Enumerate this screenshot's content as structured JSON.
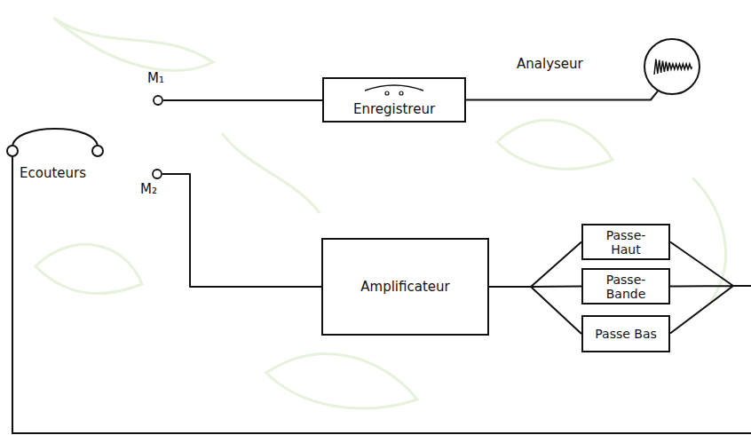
{
  "diagram": {
    "nodes": [
      {
        "text": [
          "Analyseur"
        ]
      },
      {
        "text": [
          "M₁"
        ]
      },
      {
        "text": [
          "Enregistreur"
        ]
      },
      {
        "text": [
          "Ecouteurs"
        ]
      },
      {
        "text": [
          "M₂"
        ]
      },
      {
        "text": [
          "Amplificateur"
        ]
      },
      {
        "text": [
          "Passe- Haut"
        ]
      },
      {
        "text": [
          "Passe- Bande"
        ]
      },
      {
        "text": [
          "Passe Bas"
        ]
      }
    ],
    "edges": [
      {
        "from": 1,
        "to": 2,
        "arrow": "none"
      },
      {
        "from": 2,
        "to": 0,
        "arrow": "none"
      },
      {
        "from": 4,
        "to": 5,
        "arrow": "none"
      },
      {
        "from": 5,
        "to": 6,
        "arrow": "none"
      },
      {
        "from": 5,
        "to": 7,
        "arrow": "none"
      },
      {
        "from": 5,
        "to": 8,
        "arrow": "none"
      }
    ]
  }
}
